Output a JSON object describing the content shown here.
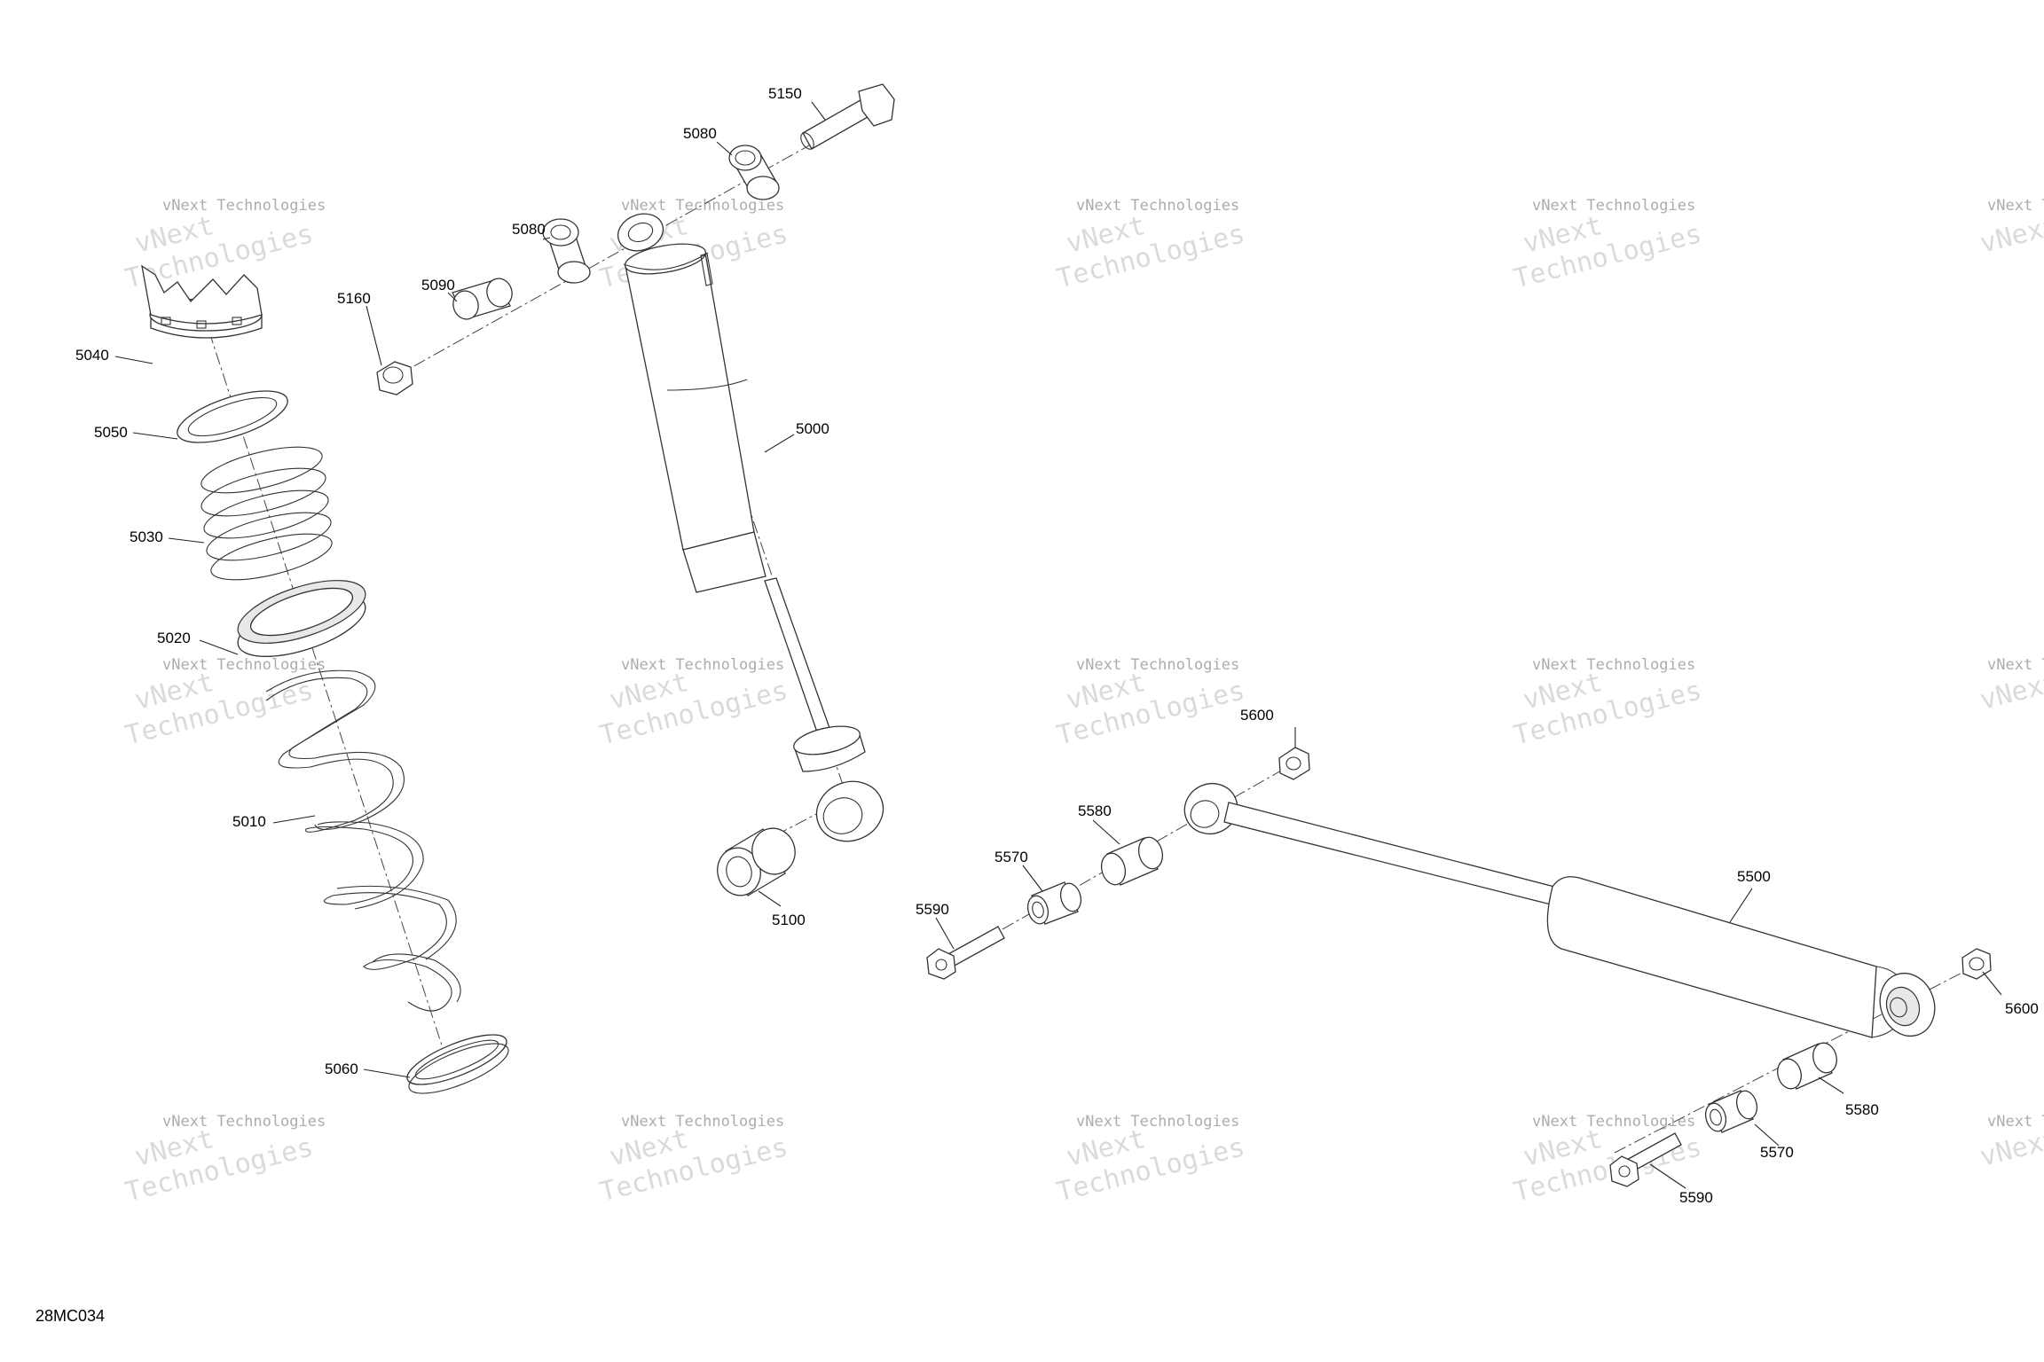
{
  "figure_code": "28MC034",
  "watermark": {
    "brand_line": "vNext Technologies",
    "company_line": "Technologies",
    "logo_word": "vNext"
  },
  "callouts": {
    "c5000": "5000",
    "c5010": "5010",
    "c5020": "5020",
    "c5030": "5030",
    "c5040": "5040",
    "c5050": "5050",
    "c5060": "5060",
    "c5080a": "5080",
    "c5080b": "5080",
    "c5090": "5090",
    "c5100": "5100",
    "c5150": "5150",
    "c5160": "5160",
    "c5500": "5500",
    "c5570a": "5570",
    "c5570b": "5570",
    "c5580a": "5580",
    "c5580b": "5580",
    "c5590a": "5590",
    "c5590b": "5590",
    "c5600a": "5600",
    "c5600b": "5600"
  }
}
